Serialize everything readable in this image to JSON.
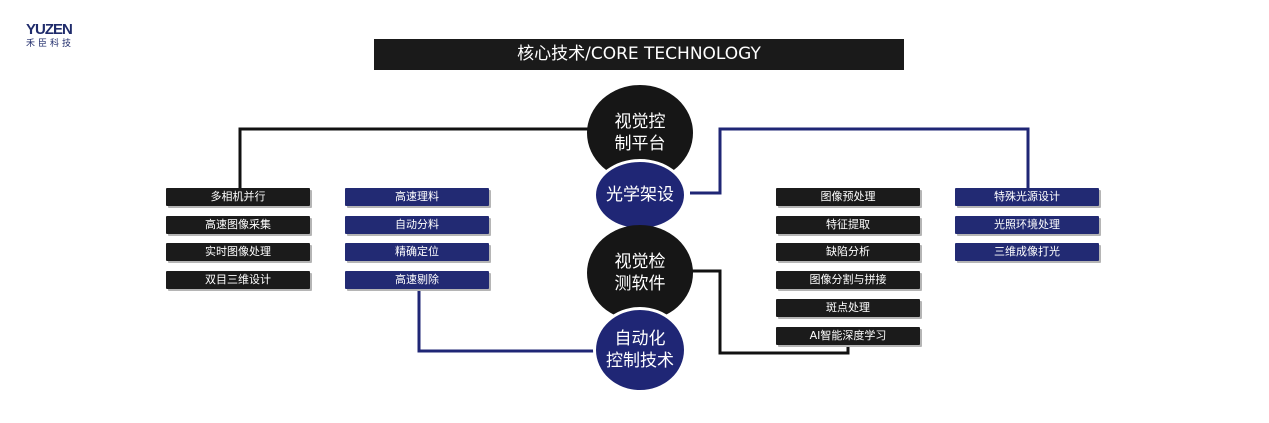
{
  "logo": {
    "name": "YUZEN",
    "subtitle": "禾臣科技"
  },
  "title": "核心技术/CORE TECHNOLOGY",
  "center": {
    "platform": [
      "视觉控",
      "制平台"
    ],
    "optics": "光学架设",
    "software": [
      "视觉检",
      "测软件"
    ],
    "automation": [
      "自动化",
      "控制技术"
    ]
  },
  "left_dark": [
    "多相机并行",
    "高速图像采集",
    "实时图像处理",
    "双目三维设计"
  ],
  "left_blue": [
    "高速理料",
    "自动分料",
    "精确定位",
    "高速剔除"
  ],
  "right_dark": [
    "图像预处理",
    "特征提取",
    "缺陷分析",
    "图像分割与拼接",
    "斑点处理",
    "AI智能深度学习"
  ],
  "right_blue": [
    "特殊光源设计",
    "光照环境处理",
    "三维成像打光"
  ],
  "colors": {
    "dark": "#1b1b1b",
    "blue": "#222a73",
    "line_blue": "#1f2675"
  }
}
